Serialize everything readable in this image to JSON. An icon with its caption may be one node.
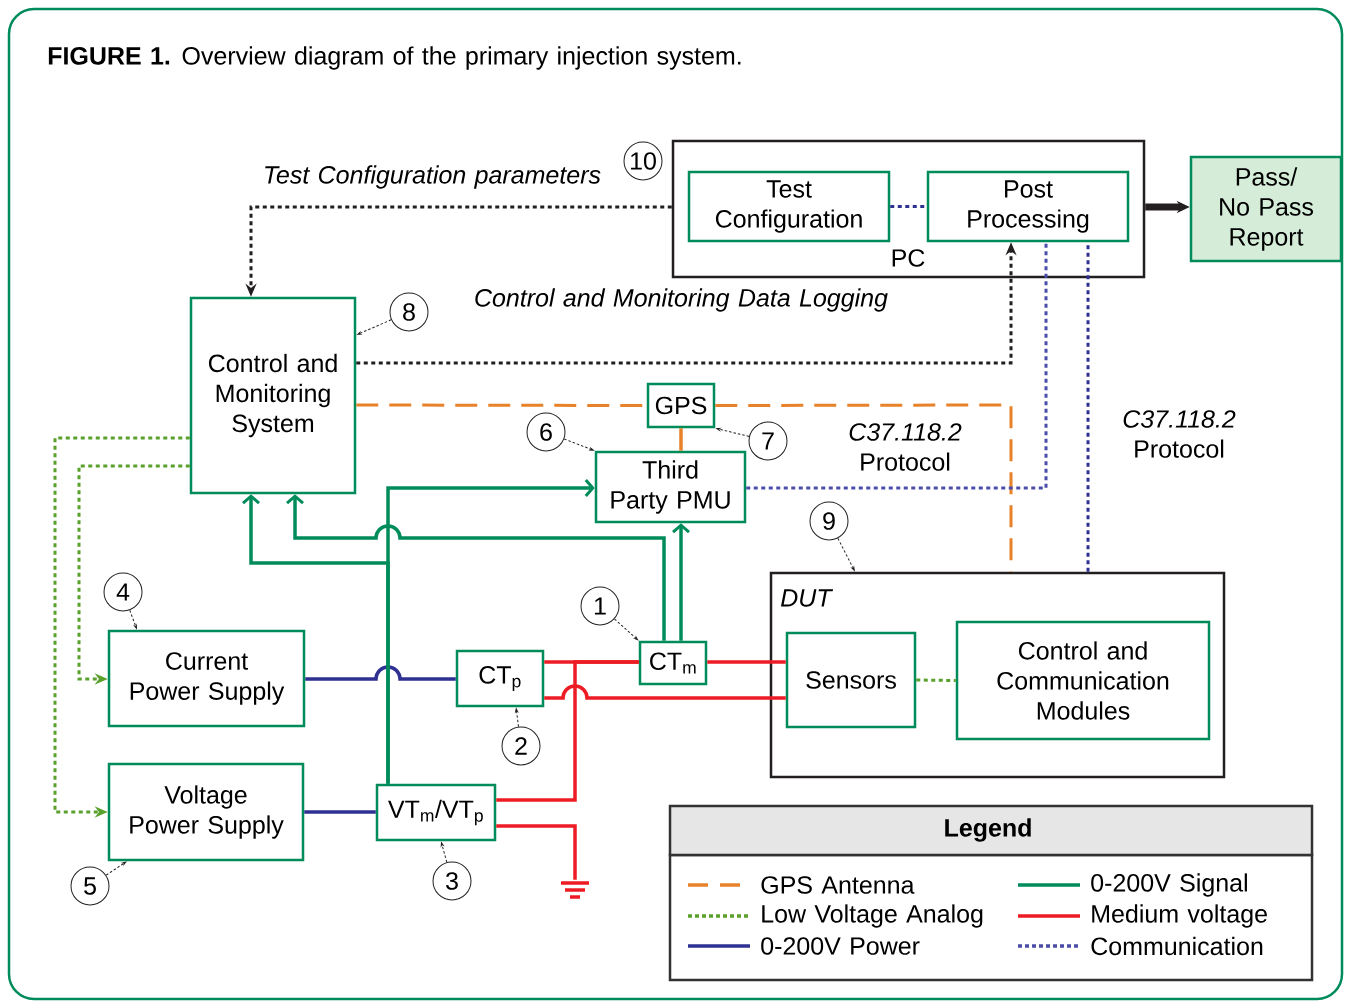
{
  "diagram": {
    "title": "**FIGURE 1.** Overview diagram of the primary injection system.",
    "nodes": [
      {
        "text": [
          "PC"
        ]
      },
      {
        "text": [
          "Test Configuration"
        ],
        "in": 0
      },
      {
        "text": [
          "Post Processing"
        ],
        "in": 0
      },
      {
        "text": [
          "Pass/ No Pass Report"
        ]
      },
      {
        "text": [
          "Control and Monitoring System"
        ]
      },
      {
        "text": [
          "GPS"
        ]
      },
      {
        "text": [
          "Third Party PMU"
        ]
      },
      {
        "text": [
          "DUT"
        ]
      },
      {
        "text": [
          "Sensors"
        ],
        "in": 7
      },
      {
        "text": [
          "Control and Communication Modules"
        ],
        "in": 7
      },
      {
        "text": [
          "Current Power Supply"
        ]
      },
      {
        "text": [
          "CT$_{p}$"
        ]
      },
      {
        "text": [
          "CT$_{m}$"
        ]
      },
      {
        "text": [
          "Voltage Power Supply"
        ]
      },
      {
        "text": [
          "VT$_{m}$/VT$_{p}$"
        ]
      },
      {
        "text": [],
        "shape": "ground"
      },
      {
        "text": [
          "1"
        ]
      },
      {
        "text": [
          "2"
        ]
      },
      {
        "text": [
          "3"
        ]
      },
      {
        "text": [
          "4"
        ]
      },
      {
        "text": [
          "5"
        ]
      },
      {
        "text": [
          "6"
        ]
      },
      {
        "text": [
          "7"
        ]
      },
      {
        "text": [
          "8"
        ]
      },
      {
        "text": [
          "9"
        ]
      },
      {
        "text": [
          "10"
        ]
      }
    ],
    "edges": [
      {
        "from": 0,
        "to": 4,
        "arrow": "to",
        "style": "dashed",
        "color": "#231f20",
        "label": "Test Configuration parameters"
      },
      {
        "from": 1,
        "to": 2,
        "arrow": "none",
        "style": "dashed",
        "color": "#2e3192"
      },
      {
        "from": 4,
        "to": 2,
        "arrow": "to",
        "style": "dashed",
        "color": "#231f20",
        "label": "Control and Monitoring Data Logging"
      },
      {
        "from": 0,
        "to": 3,
        "arrow": "to",
        "style": "thick",
        "color": "#231f20"
      },
      {
        "from": 4,
        "to": 5,
        "arrow": "none",
        "style": "dashed",
        "color": "#e8822a"
      },
      {
        "from": 5,
        "to": 7,
        "arrow": "none",
        "style": "dashed",
        "color": "#e8822a"
      },
      {
        "from": 5,
        "to": 6,
        "arrow": "none",
        "color": "#e8822a"
      },
      {
        "from": 6,
        "to": 2,
        "arrow": "none",
        "style": "dashed",
        "color": "#4b4ea8",
        "label": "*C37.118.2* Protocol"
      },
      {
        "from": 7,
        "to": 2,
        "arrow": "none",
        "style": "dashed",
        "color": "#2e3192",
        "label": "*C37.118.2* Protocol"
      },
      {
        "from": 8,
        "to": 9,
        "arrow": "none",
        "style": "dashed",
        "color": "#5aa02c"
      },
      {
        "from": 4,
        "to": 10,
        "arrow": "to",
        "style": "dashed",
        "color": "#5aa02c"
      },
      {
        "from": 4,
        "to": 13,
        "arrow": "to",
        "style": "dashed",
        "color": "#5aa02c"
      },
      {
        "from": 10,
        "to": 11,
        "arrow": "none",
        "color": "#2e3192"
      },
      {
        "from": 13,
        "to": 14,
        "arrow": "none",
        "color": "#2e3192"
      },
      {
        "from": 14,
        "to": 4,
        "arrow": "to",
        "color": "#008c5a"
      },
      {
        "from": 14,
        "to": 6,
        "arrow": "to",
        "color": "#008c5a"
      },
      {
        "from": 12,
        "to": 4,
        "arrow": "to",
        "color": "#008c5a"
      },
      {
        "from": 12,
        "to": 6,
        "arrow": "to",
        "color": "#008c5a"
      },
      {
        "from": 11,
        "to": 12,
        "arrow": "none",
        "color": "#ed1c24"
      },
      {
        "from": 12,
        "to": 8,
        "arrow": "none",
        "color": "#ed1c24"
      },
      {
        "from": 11,
        "to": 8,
        "arrow": "none",
        "color": "#ed1c24"
      },
      {
        "from": 14,
        "to": 12,
        "arrow": "none",
        "color": "#ed1c24"
      },
      {
        "from": 14,
        "to": 15,
        "arrow": "none",
        "color": "#ed1c24"
      },
      {
        "from": 16,
        "to": 12,
        "arrow": "to",
        "style": "dashed",
        "color": "#231f20"
      },
      {
        "from": 17,
        "to": 11,
        "arrow": "to",
        "style": "dashed",
        "color": "#231f20"
      },
      {
        "from": 18,
        "to": 14,
        "arrow": "to",
        "style": "dashed",
        "color": "#231f20"
      },
      {
        "from": 19,
        "to": 10,
        "arrow": "to",
        "style": "dashed",
        "color": "#231f20"
      },
      {
        "from": 20,
        "to": 13,
        "arrow": "to",
        "style": "dashed",
        "color": "#231f20"
      },
      {
        "from": 21,
        "to": 6,
        "arrow": "to",
        "style": "dashed",
        "color": "#231f20"
      },
      {
        "from": 22,
        "to": 5,
        "arrow": "to",
        "style": "dashed",
        "color": "#231f20"
      },
      {
        "from": 23,
        "to": 4,
        "arrow": "to",
        "style": "dashed",
        "color": "#231f20"
      },
      {
        "from": 24,
        "to": 7,
        "arrow": "to",
        "style": "dashed",
        "color": "#231f20"
      }
    ],
    "labels": [
      "Legend"
    ],
    "legend": [
      {
        "text": "GPS Antenna"
      },
      {
        "text": "Low Voltage Analog"
      },
      {
        "text": "0-200V Power"
      },
      {
        "text": "0-200V Signal"
      },
      {
        "text": "Medium voltage"
      },
      {
        "text": "Communication"
      }
    ]
  }
}
